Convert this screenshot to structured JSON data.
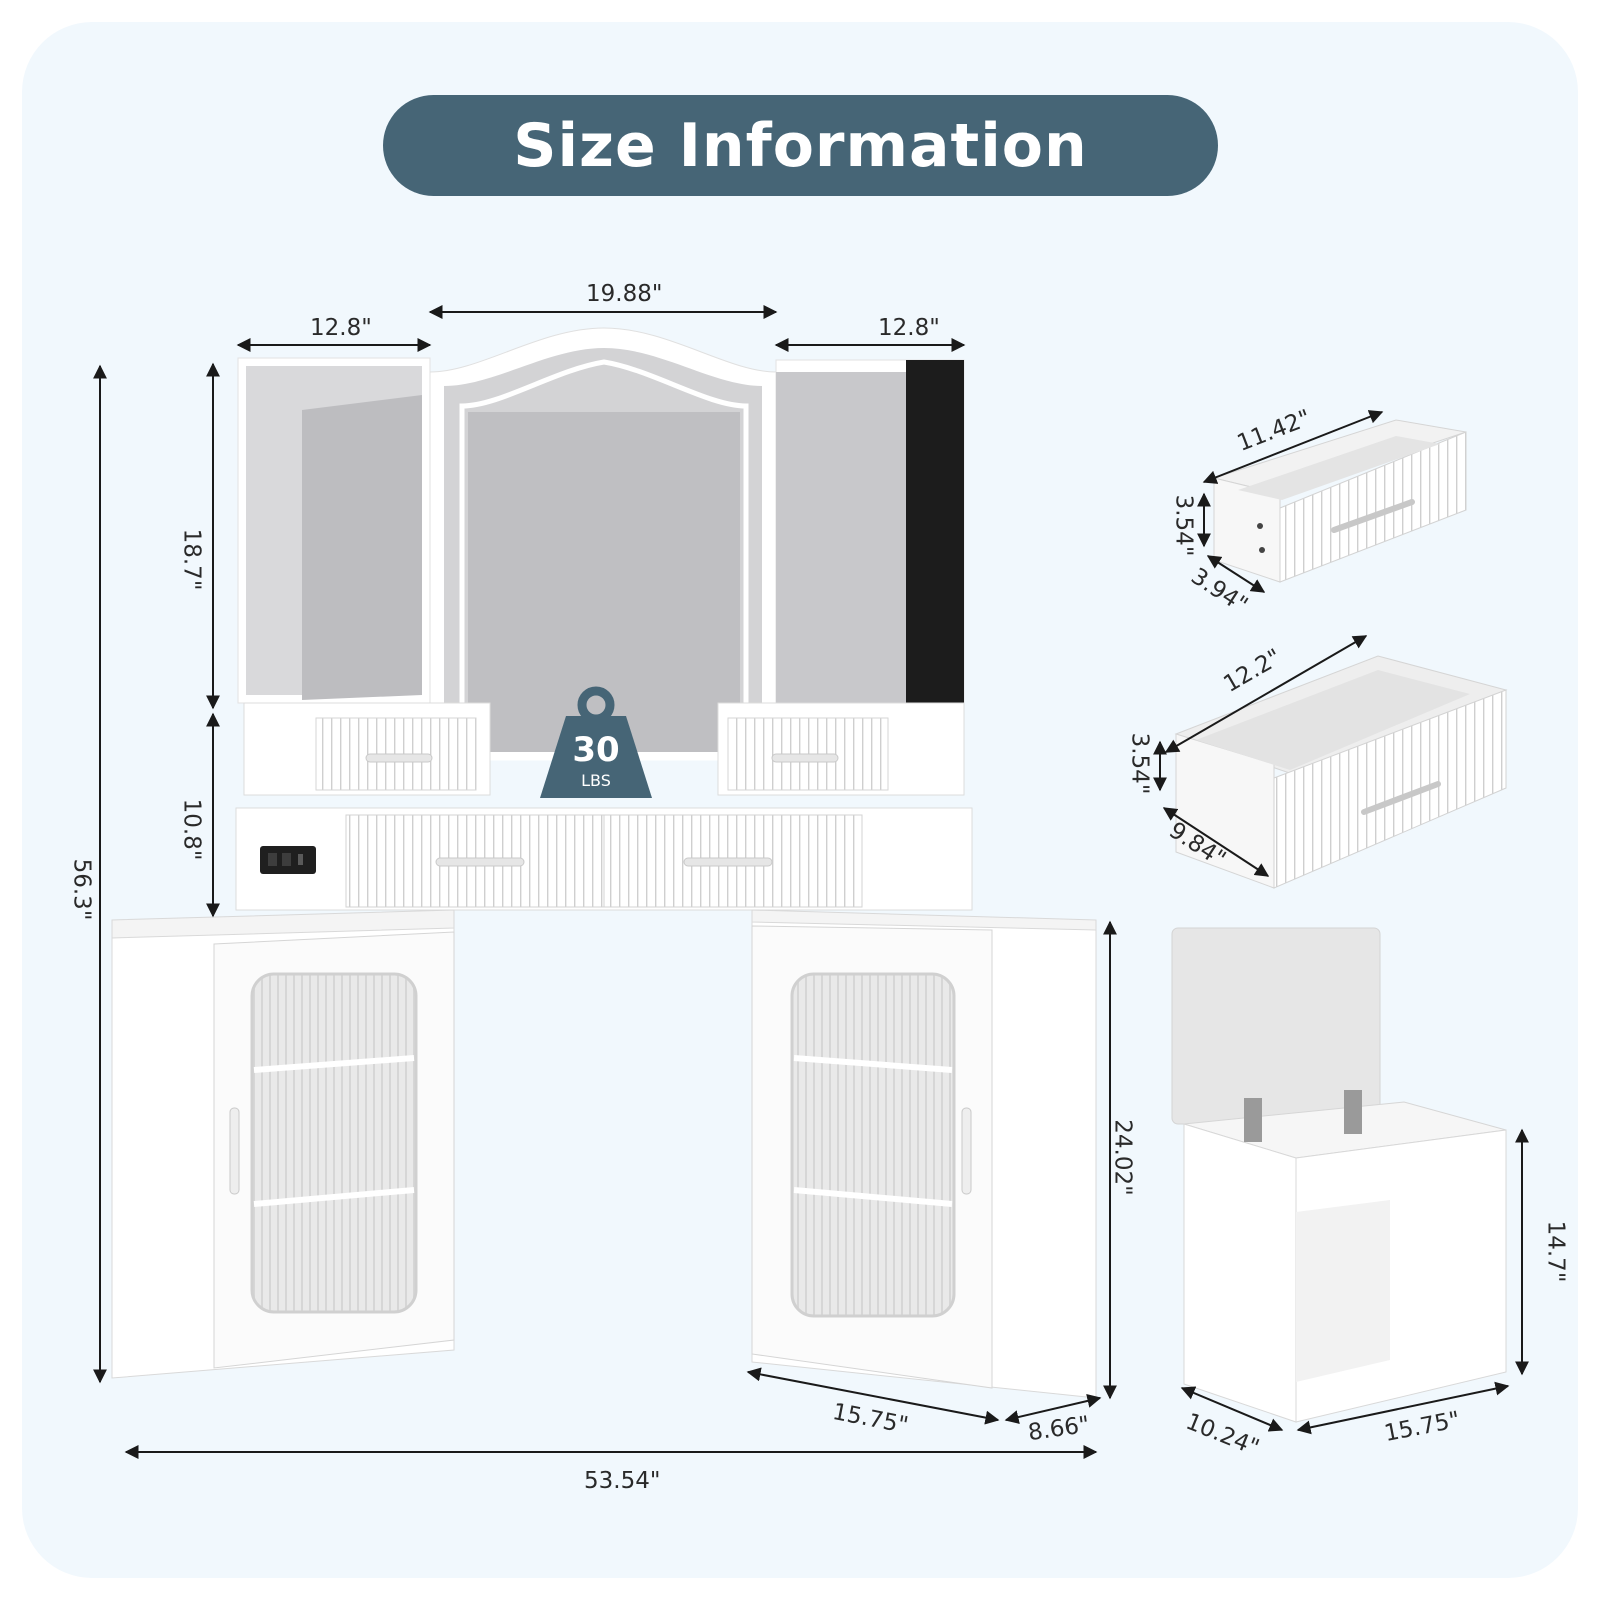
{
  "header": {
    "title": "Size Information"
  },
  "weight_badge": {
    "value": "30",
    "unit": "LBS"
  },
  "dimensions": {
    "mirror_center_width": "19.88\"",
    "mirror_left_width": "12.8\"",
    "mirror_right_width": "12.8\"",
    "mirror_height": "18.7\"",
    "drawer_tier_height": "10.8\"",
    "total_height": "56.3\"",
    "total_width": "53.54\"",
    "cabinet_height": "24.02\"",
    "cabinet_width": "15.75\"",
    "cabinet_depth": "8.66\"",
    "small_drawer_length": "11.42\"",
    "small_drawer_height": "3.54\"",
    "small_drawer_depth": "3.94\"",
    "large_drawer_length": "12.2\"",
    "large_drawer_height": "3.54\"",
    "large_drawer_depth": "9.84\"",
    "stool_height": "14.7\"",
    "stool_width": "15.75\"",
    "stool_depth": "10.24\""
  },
  "colors": {
    "background": "#f1f8fd",
    "banner": "#466576",
    "furniture": "#ffffff",
    "mirror": "#c7c7c9",
    "dark_panel": "#1c1c1c"
  }
}
